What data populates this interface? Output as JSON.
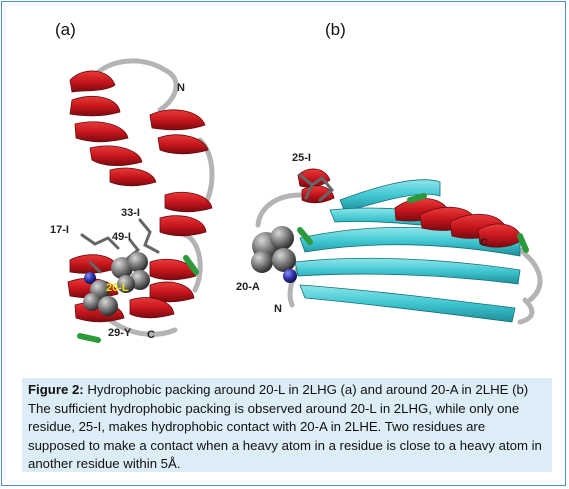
{
  "panels": {
    "a": {
      "label": "(a)",
      "terminus_n": "N",
      "terminus_c": "C",
      "residues": [
        "17-I",
        "33-I",
        "49-I",
        "20-L",
        "29-Y"
      ]
    },
    "b": {
      "label": "(b)",
      "terminus_n": "N",
      "terminus_c": "C",
      "residues": [
        "25-I",
        "20-A"
      ]
    }
  },
  "caption": {
    "label": "Figure 2:",
    "text": "Hydrophobic packing around 20-L in 2LHG (a) and around 20-A in 2LHE (b) The sufficient hydrophobic packing is observed around 20-L in 2LHG, while only one residue, 25-I, makes hydrophobic contact with 20-A in 2LHE. Two residues are supposed to make a contact when a heavy atom in a residue is close to a heavy atom in another residue within 5Å."
  },
  "colors": {
    "helix": "#c8161d",
    "strand": "#3fc6d0",
    "loop": "#b4b4b4",
    "turn": "#2a9a3a",
    "atom_carbon": "#6e6e6e",
    "atom_nitrogen": "#2b2fa8",
    "highlight_label": "#f2e200",
    "caption_bg": "#dcedf7",
    "frame_border": "#4a90c0"
  }
}
